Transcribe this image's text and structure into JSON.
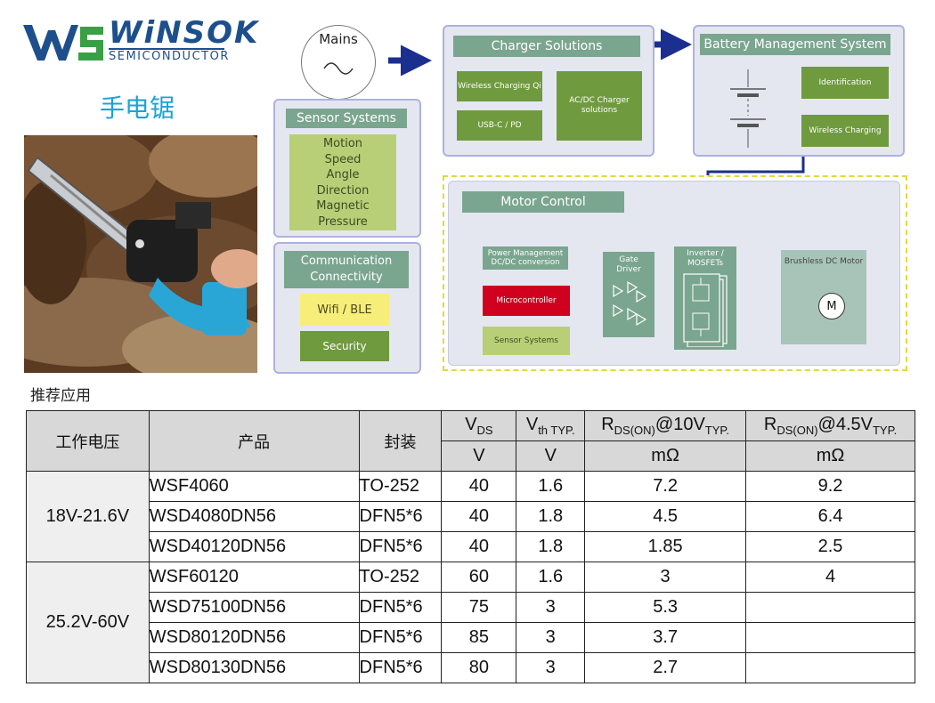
{
  "logo": {
    "word": "WiNSOK",
    "sub": "SEMICONDUCTOR"
  },
  "product_name": "手电锯",
  "photo": {
    "subject": "chainsaw-photo"
  },
  "diagram": {
    "mains": "Mains",
    "charger": {
      "title": "Charger Solutions",
      "wireless": "Wireless Charging Qi",
      "usbc": "USB-C / PD",
      "acdc": "AC/DC Charger solutions"
    },
    "bms": {
      "title": "Battery Management System",
      "identification": "Identification",
      "wireless": "Wireless Charging"
    },
    "sensor": {
      "title": "Sensor Systems",
      "items": [
        "Motion",
        "Speed",
        "Angle",
        "Direction",
        "Magnetic",
        "Pressure"
      ]
    },
    "comm": {
      "title": "Communication Connectivity",
      "wifi": "Wifi / BLE",
      "security": "Security"
    },
    "motor": {
      "title": "Motor Control",
      "power": "Power Management DC/DC conversion",
      "micro": "Microcontroller",
      "sensors": "Sensor Systems",
      "gate": "Gate Driver",
      "inverter": "Inverter / MOSFETs",
      "bldc": "Brushless DC Motor",
      "m": "M"
    },
    "colors": {
      "green": "#6f9a3e",
      "teal": "#7aa58f",
      "arrow": "#1b2f8f",
      "red": "#d0001f"
    }
  },
  "section_label": "推荐应用",
  "table": {
    "headers": {
      "voltage": "工作电压",
      "product": "产品",
      "package": "封装",
      "vds": "V",
      "vds_sub": "DS",
      "vth": "V",
      "vth_sub": "th TYP.",
      "r10_a": "R",
      "r10_sub1": "DS(ON)",
      "r10_b": "@10V",
      "r10_sub2": "TYP.",
      "r45_a": "R",
      "r45_sub1": "DS(ON)",
      "r45_b": "@4.5V",
      "r45_sub2": "TYP."
    },
    "units": {
      "vds": "V",
      "vth": "V",
      "r10": "mΩ",
      "r45": "mΩ"
    },
    "groups": [
      {
        "voltage": "18V-21.6V",
        "rows": [
          {
            "product": "WSF4060",
            "package": "TO-252",
            "vds": "40",
            "vth": "1.6",
            "r10": "7.2",
            "r45": "9.2"
          },
          {
            "product": "WSD4080DN56",
            "package": "DFN5*6",
            "vds": "40",
            "vth": "1.8",
            "r10": "4.5",
            "r45": "6.4"
          },
          {
            "product": "WSD40120DN56",
            "package": "DFN5*6",
            "vds": "40",
            "vth": "1.8",
            "r10": "1.85",
            "r45": "2.5"
          }
        ]
      },
      {
        "voltage": "25.2V-60V",
        "rows": [
          {
            "product": "WSF60120",
            "package": "TO-252",
            "vds": "60",
            "vth": "1.6",
            "r10": "3",
            "r45": "4"
          },
          {
            "product": "WSD75100DN56",
            "package": "DFN5*6",
            "vds": "75",
            "vth": "3",
            "r10": "5.3",
            "r45": ""
          },
          {
            "product": "WSD80120DN56",
            "package": "DFN5*6",
            "vds": "85",
            "vth": "3",
            "r10": "3.7",
            "r45": ""
          },
          {
            "product": "WSD80130DN56",
            "package": "DFN5*6",
            "vds": "80",
            "vth": "3",
            "r10": "2.7",
            "r45": ""
          }
        ]
      }
    ]
  }
}
